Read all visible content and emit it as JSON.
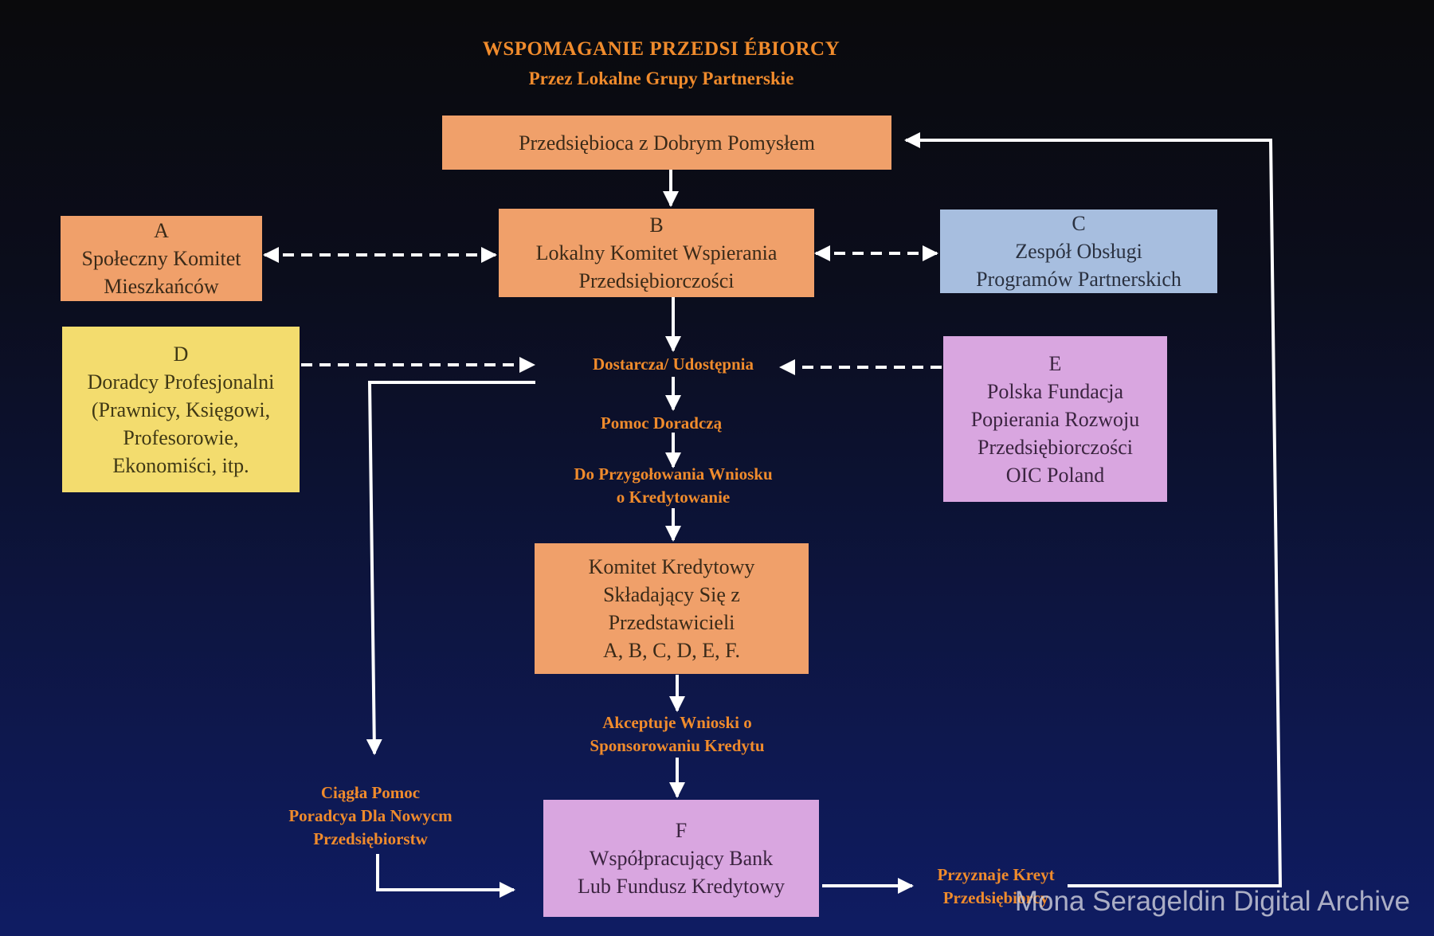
{
  "title": {
    "line1": "WSPOMAGANIE PRZEDSI ÉBIORCY",
    "line2": "Przez Lokalne Grupy Partnerskie"
  },
  "boxes": {
    "entrepreneur": {
      "text": "Przedsiębioca z Dobrym Pomysłem",
      "color": "#f0a06a"
    },
    "a": {
      "letter": "A",
      "line1": "Społeczny Komitet",
      "line2": "Mieszkańców",
      "color": "#f0a06a"
    },
    "b": {
      "letter": "B",
      "line1": "Lokalny Komitet Wspierania",
      "line2": "Przedsiębiorczości",
      "color": "#f0a06a"
    },
    "c": {
      "letter": "C",
      "line1": "Zespół Obsługi",
      "line2": "Programów Partnerskich",
      "color": "#a7bedf"
    },
    "d": {
      "letter": "D",
      "line1": "Doradcy Profesjonalni",
      "line2": "(Prawnicy, Księgowi,",
      "line3": "Profesorowie,",
      "line4": "Ekonomiści, itp.",
      "color": "#f3dc6e"
    },
    "e": {
      "letter": "E",
      "line1": "Polska Fundacja",
      "line2": "Popierania Rozwoju",
      "line3": "Przedsiębiorczości",
      "line4": "OIC Poland",
      "color": "#d9a6e0"
    },
    "credit_committee": {
      "line1": "Komitet Kredytowy",
      "line2": "Składający Się z",
      "line3": "Przedstawicieli",
      "line4": "A, B, C, D, E, F.",
      "color": "#f0a06a"
    },
    "f": {
      "letter": "F",
      "line1": "Współpracujący Bank",
      "line2": "Lub Fundusz Kredytowy",
      "color": "#d9a6e0"
    }
  },
  "labels": {
    "provides": "Dostarcza/ Udostępnia",
    "advisory": "Pomoc Doradczą",
    "prepare_line1": "Do Przygołowania Wniosku",
    "prepare_line2": "o Kredytowanie",
    "accepts_line1": "Akceptuje Wnioski o",
    "accepts_line2": "Sponsorowaniu Kredytu",
    "continuous_line1": "Ciągła Pomoc",
    "continuous_line2": "Poradcya Dla Nowycm",
    "continuous_line3": "Przedsiębiorstw",
    "grants_line1": "Przyznaje Kreyt",
    "grants_line2": "Przedsiębiorcy"
  },
  "watermark": "Mona Serageldin Digital Archive",
  "colors": {
    "accent": "#f08b2c",
    "arrow": "#ffffff"
  }
}
